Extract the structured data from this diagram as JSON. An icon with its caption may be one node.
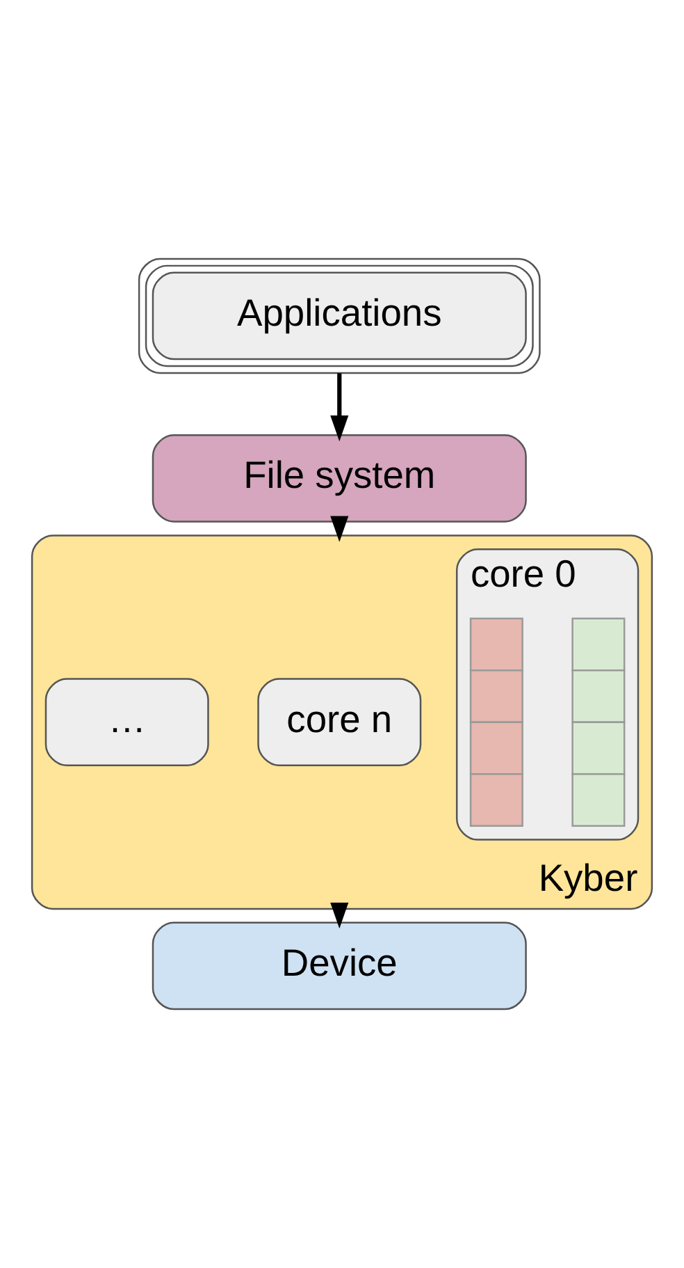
{
  "diagram": {
    "nodes": [
      {
        "text": [
          "Applications"
        ]
      },
      {
        "text": [
          "File system"
        ]
      },
      {
        "text": [
          "Kyber"
        ]
      },
      {
        "text": [
          "core n"
        ],
        "in": 2
      },
      {
        "text": [
          "…"
        ],
        "in": 2
      },
      {
        "text": [
          "core 0"
        ],
        "in": 2
      },
      {
        "text": [],
        "shape": "bar",
        "in": 5
      },
      {
        "text": [],
        "shape": "bar",
        "in": 5
      },
      {
        "text": [
          "Device"
        ]
      }
    ],
    "edges": [
      {
        "from": 0,
        "to": 1,
        "arrow": "to"
      },
      {
        "from": 1,
        "to": 2,
        "arrow": "to"
      },
      {
        "from": 2,
        "to": 8,
        "arrow": "to"
      }
    ]
  }
}
